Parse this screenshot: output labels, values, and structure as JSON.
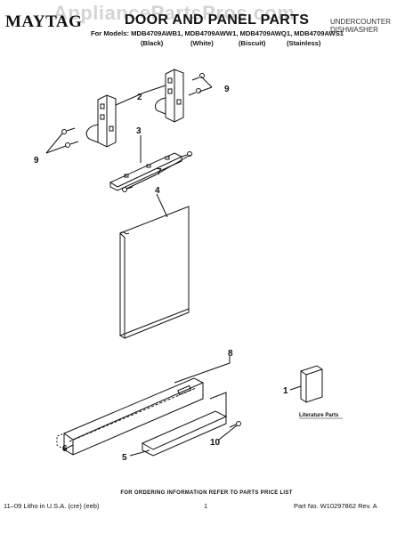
{
  "header": {
    "brand": "MAYTAG",
    "title": "DOOR AND PANEL PARTS",
    "category_line1": "UNDERCOUNTER",
    "category_line2": "DISHWASHER",
    "watermark": "AppliancePartsPros.com",
    "models": "For Models: MDB4709AWB1, MDB4709AWW1, MDB4709AWQ1, MDB4709AWS1",
    "colors": [
      "(Black)",
      "(White)",
      "(Biscuit)",
      "(Stainless)"
    ]
  },
  "callouts": {
    "n1": "1",
    "n2": "2",
    "n3": "3",
    "n4": "4",
    "n5": "5",
    "n6": "6",
    "n7": "7",
    "n8": "8",
    "n9a": "9",
    "n9b": "9",
    "n10": "10"
  },
  "literature_label": "Literature Parts",
  "footer": {
    "note": "FOR ORDERING INFORMATION REFER TO PARTS PRICE LIST",
    "litho": "11–09 Litho in U.S.A. (cre) (eeb)",
    "page": "1",
    "part_no": "Part No. W10297862 Rev. A"
  }
}
